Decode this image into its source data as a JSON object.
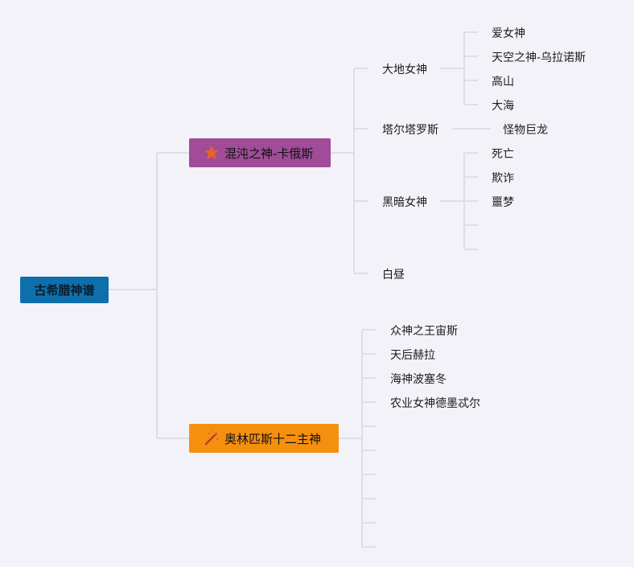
{
  "root": {
    "label": "古希腊神谱",
    "color": "#0f6fac"
  },
  "chaos": {
    "label": "混沌之神-卡俄斯",
    "icon": "star-icon",
    "color": "#a04c98",
    "children": [
      {
        "label": "大地女神",
        "children": [
          "爱女神",
          "天空之神-乌拉诺斯",
          "高山",
          "大海"
        ]
      },
      {
        "label": "塔尔塔罗斯",
        "children": [
          "怪物巨龙"
        ]
      },
      {
        "label": "黑暗女神",
        "children": [
          "死亡",
          "欺诈",
          "噩梦",
          "",
          ""
        ]
      },
      {
        "label": "白昼",
        "children": []
      }
    ]
  },
  "olympians": {
    "label": "奥林匹斯十二主神",
    "icon": "magic-wand-icon",
    "color": "#f5900f",
    "children": [
      "众神之王宙斯",
      "天后赫拉",
      "海神波塞冬",
      "农业女神德墨忒尔",
      "",
      "",
      "",
      "",
      "",
      ""
    ]
  },
  "line_color": "#d8d8de"
}
